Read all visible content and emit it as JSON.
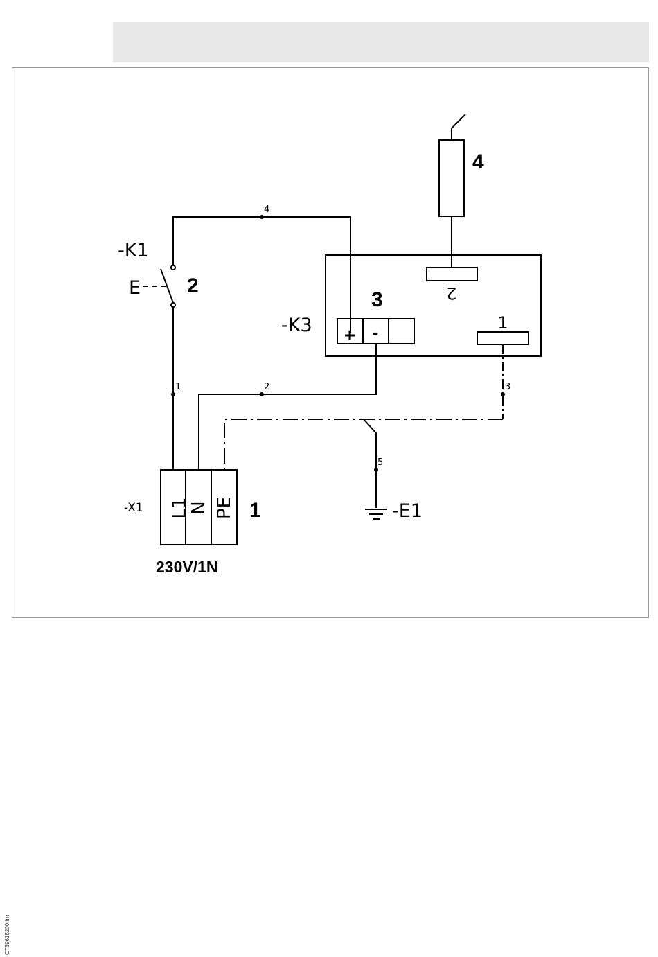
{
  "diagram": {
    "labels": {
      "k1": "-K1",
      "k1_switch": "E",
      "k3": "-K3",
      "x1": "-X1",
      "e1": "-E1",
      "supply": "230V/1N",
      "terminal_l1": "L1",
      "terminal_n": "N",
      "terminal_pe": "PE",
      "k3_plus": "+",
      "k3_minus": "-",
      "k3_pin1": "1",
      "k3_pin2": "2"
    },
    "callouts": {
      "c1": "1",
      "c2": "2",
      "c3": "3",
      "c4": "4"
    },
    "wires": {
      "w1": "1",
      "w2": "2",
      "w3": "3",
      "w4": "4",
      "w5": "5"
    }
  },
  "footer": {
    "file_code": "CT39615200.fm"
  }
}
